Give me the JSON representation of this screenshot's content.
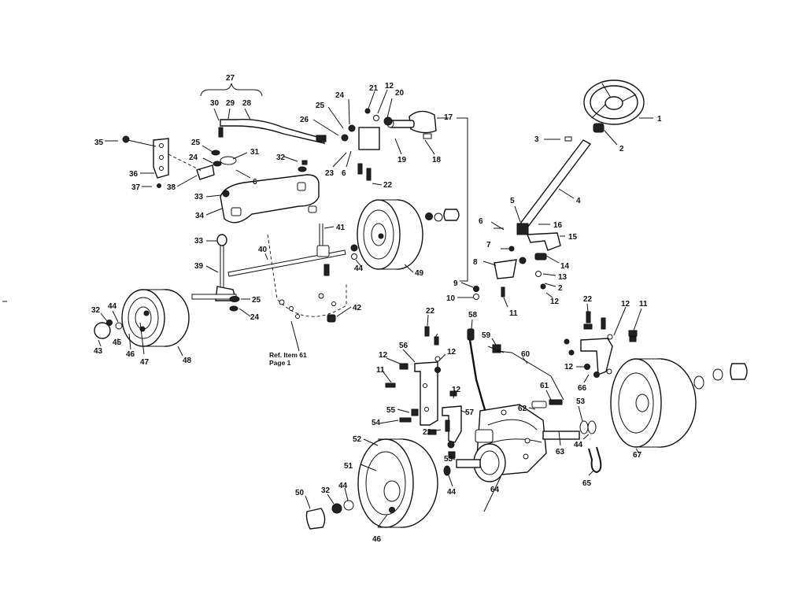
{
  "labels": {
    "l1": "1",
    "l2a": "2",
    "l2b": "2",
    "l3": "3",
    "l4": "4",
    "l5": "5",
    "l6a": "6",
    "l6b": "6",
    "l6c": "6",
    "l7": "7",
    "l8": "8",
    "l9": "9",
    "l10": "10",
    "l11a": "11",
    "l11b": "11",
    "l11c": "11",
    "l12a": "12",
    "l12b": "12",
    "l12c": "12",
    "l12d": "12",
    "l12e": "12",
    "l12f": "12",
    "l13": "13",
    "l14": "14",
    "l15": "15",
    "l16": "16",
    "l17a": "17",
    "l17b": "17",
    "l18": "18",
    "l19": "19",
    "l20": "20",
    "l21": "21",
    "l22a": "22",
    "l22b": "22",
    "l22c": "22",
    "l23": "23",
    "l24a": "24",
    "l24b": "24",
    "l24c": "24",
    "l25a": "25",
    "l25b": "25",
    "l25c": "25",
    "l26": "26",
    "l27": "27",
    "l28": "28",
    "l29": "29",
    "l30": "30",
    "l31": "31",
    "l32a": "32",
    "l32b": "32",
    "l32c": "32",
    "l33a": "33",
    "l33b": "33",
    "l34": "34",
    "l35": "35",
    "l36": "36",
    "l37": "37",
    "l38": "38",
    "l39": "39",
    "l40": "40",
    "l41": "41",
    "l42": "42",
    "l43": "43",
    "l44a": "44",
    "l44b": "44",
    "l44c": "44",
    "l44d": "44",
    "l44e": "44",
    "l45": "45",
    "l46a": "46",
    "l46b": "46",
    "l47": "47",
    "l48": "48",
    "l49": "49",
    "l50": "50",
    "l51": "51",
    "l52": "52",
    "l53a": "53",
    "l53b": "53",
    "l54": "54",
    "l55": "55",
    "l56": "56",
    "l57": "57",
    "l58": "58",
    "l59": "59",
    "l60": "60",
    "l61": "61",
    "l62": "62",
    "l63": "63",
    "l64": "64",
    "l65": "65",
    "l66": "66",
    "l67": "67"
  },
  "reference_note": {
    "line1": "Ref. Item 61",
    "line2": "Page 1"
  }
}
